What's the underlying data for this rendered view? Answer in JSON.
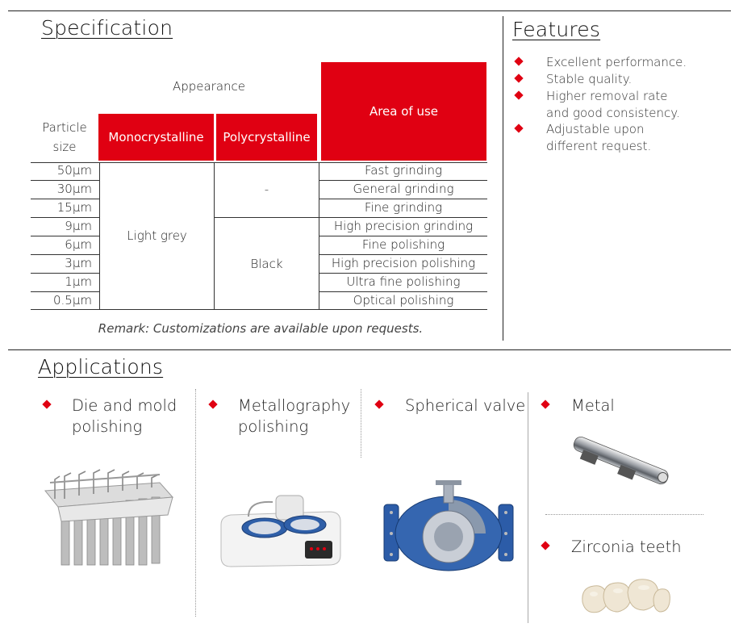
{
  "specification": {
    "title": "Specification",
    "appearance_header": "Appearance",
    "particle_size_header": "Particle\nsize",
    "mono_header": "Monocrystalline",
    "poly_header": "Polycrystalline",
    "area_header": "Area of use",
    "mono_value": "Light grey",
    "poly_value_top": "-",
    "poly_value_bottom": "Black",
    "rows": [
      {
        "size": "50μm",
        "use": "Fast grinding"
      },
      {
        "size": "30μm",
        "use": "General grinding"
      },
      {
        "size": "15μm",
        "use": "Fine grinding"
      },
      {
        "size": "9μm",
        "use": "High precision grinding"
      },
      {
        "size": "6μm",
        "use": "Fine polishing"
      },
      {
        "size": "3μm",
        "use": "High precision polishing"
      },
      {
        "size": "1μm",
        "use": "Ultra fine polishing"
      },
      {
        "size": "0.5μm",
        "use": "Optical polishing"
      }
    ],
    "remark": "Remark: Customizations are available upon requests."
  },
  "features": {
    "title": "Features",
    "items": [
      "Excellent performance.",
      "Stable quality.",
      "Higher removal rate\nand good consistency.",
      "Adjustable upon\ndifferent request."
    ]
  },
  "applications": {
    "title": "Applications",
    "items": [
      {
        "label": "Die and mold\npolishing",
        "icon": "ice-mold-image"
      },
      {
        "label": "Metallography\npolishing",
        "icon": "polishing-machine-image"
      },
      {
        "label": "Spherical valve",
        "icon": "ball-valve-image"
      },
      {
        "label": "Metal",
        "icon": "metal-rod-image"
      },
      {
        "label": "Zirconia teeth",
        "icon": "zirconia-teeth-image"
      }
    ]
  },
  "colors": {
    "accent": "#e00012",
    "text": "#222222",
    "divider": "#222222"
  }
}
